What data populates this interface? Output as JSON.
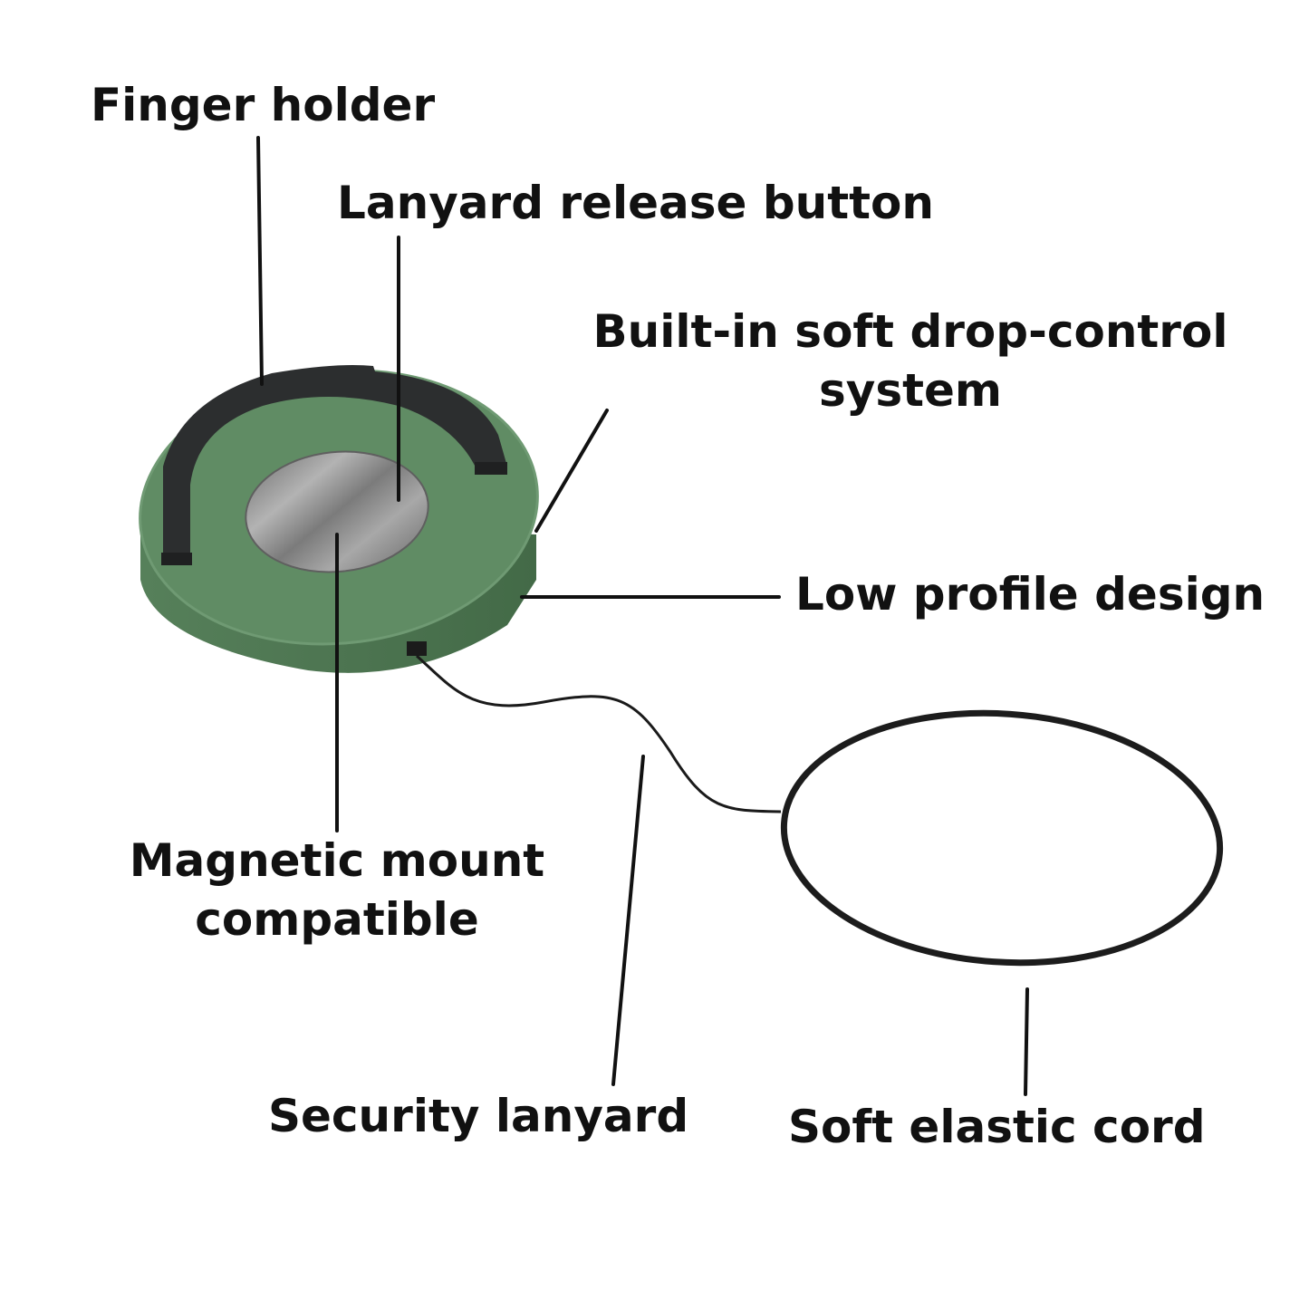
{
  "labels": {
    "finger_holder": "Finger holder",
    "lanyard_release_button": "Lanyard release button",
    "drop_control_line1": "Built-in soft drop-control",
    "drop_control_line2": "system",
    "low_profile": "Low profile design",
    "magnetic_line1": "Magnetic mount",
    "magnetic_line2": "compatible",
    "security_lanyard": "Security lanyard",
    "elastic_cord": "Soft elastic cord"
  },
  "colors": {
    "disc_green": "#5f8a63",
    "disc_green_dark": "#4c7350",
    "holder_black": "#2b2d2e",
    "magnet_gray": "#8a8a8a",
    "line_black": "#111111"
  },
  "icons": {
    "product": "grip-disc-with-lanyard-illustration"
  }
}
